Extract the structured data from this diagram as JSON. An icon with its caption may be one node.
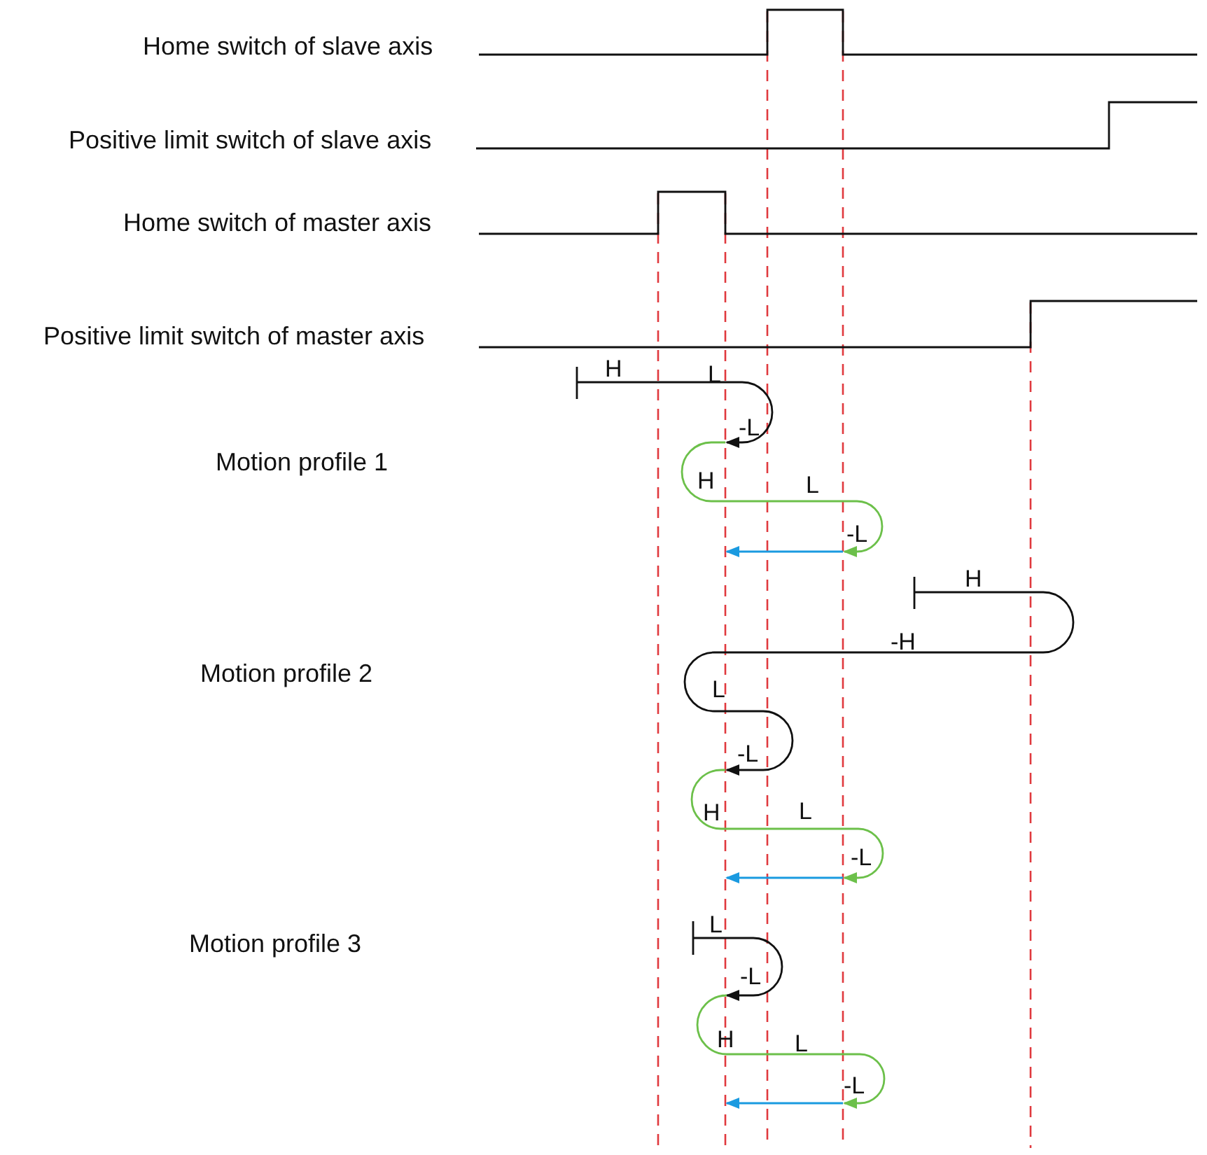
{
  "diagram": {
    "labels": [
      "Home switch of slave axis",
      "Positive limit switch of slave axis",
      "Home switch of master axis",
      "Positive limit switch of master axis",
      "H",
      "L",
      "-L",
      "Motion profile 1",
      "H",
      "L",
      "-L",
      "H",
      "-H",
      "Motion profile 2",
      "L",
      "-L",
      "H",
      "L",
      "-L",
      "Motion profile 3",
      "L",
      "-L",
      "H",
      "L",
      "-L"
    ]
  }
}
